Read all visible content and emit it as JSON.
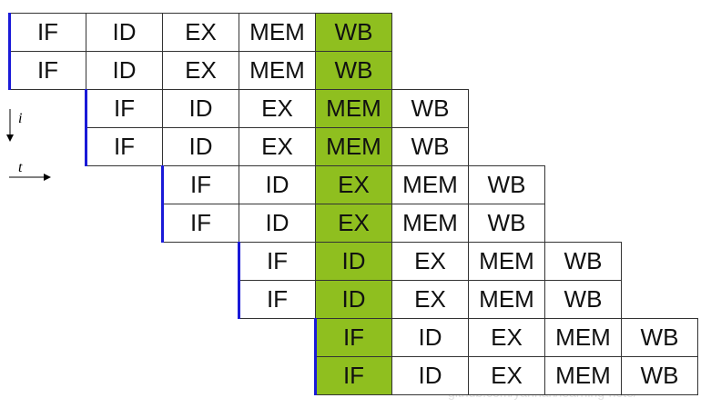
{
  "pipeline": {
    "rows": [
      {
        "start": 0,
        "stages": [
          "IF",
          "ID",
          "EX",
          "MEM",
          "WB"
        ]
      },
      {
        "start": 0,
        "stages": [
          "IF",
          "ID",
          "EX",
          "MEM",
          "WB"
        ]
      },
      {
        "start": 1,
        "stages": [
          "IF",
          "ID",
          "EX",
          "MEM",
          "WB"
        ]
      },
      {
        "start": 1,
        "stages": [
          "IF",
          "ID",
          "EX",
          "MEM",
          "WB"
        ]
      },
      {
        "start": 2,
        "stages": [
          "IF",
          "ID",
          "EX",
          "MEM",
          "WB"
        ]
      },
      {
        "start": 2,
        "stages": [
          "IF",
          "ID",
          "EX",
          "MEM",
          "WB"
        ]
      },
      {
        "start": 3,
        "stages": [
          "IF",
          "ID",
          "EX",
          "MEM",
          "WB"
        ]
      },
      {
        "start": 3,
        "stages": [
          "IF",
          "ID",
          "EX",
          "MEM",
          "WB"
        ]
      },
      {
        "start": 4,
        "stages": [
          "IF",
          "ID",
          "EX",
          "MEM",
          "WB"
        ]
      },
      {
        "start": 4,
        "stages": [
          "IF",
          "ID",
          "EX",
          "MEM",
          "WB"
        ]
      }
    ],
    "highlight_column": 4,
    "highlight_color": "#8fbf1f",
    "marker_color": "#1a1ad8"
  },
  "axes": {
    "instruction_label": "i",
    "time_label": "t"
  },
  "watermark": {
    "text": "github.com/yanhan/learning-note/"
  }
}
